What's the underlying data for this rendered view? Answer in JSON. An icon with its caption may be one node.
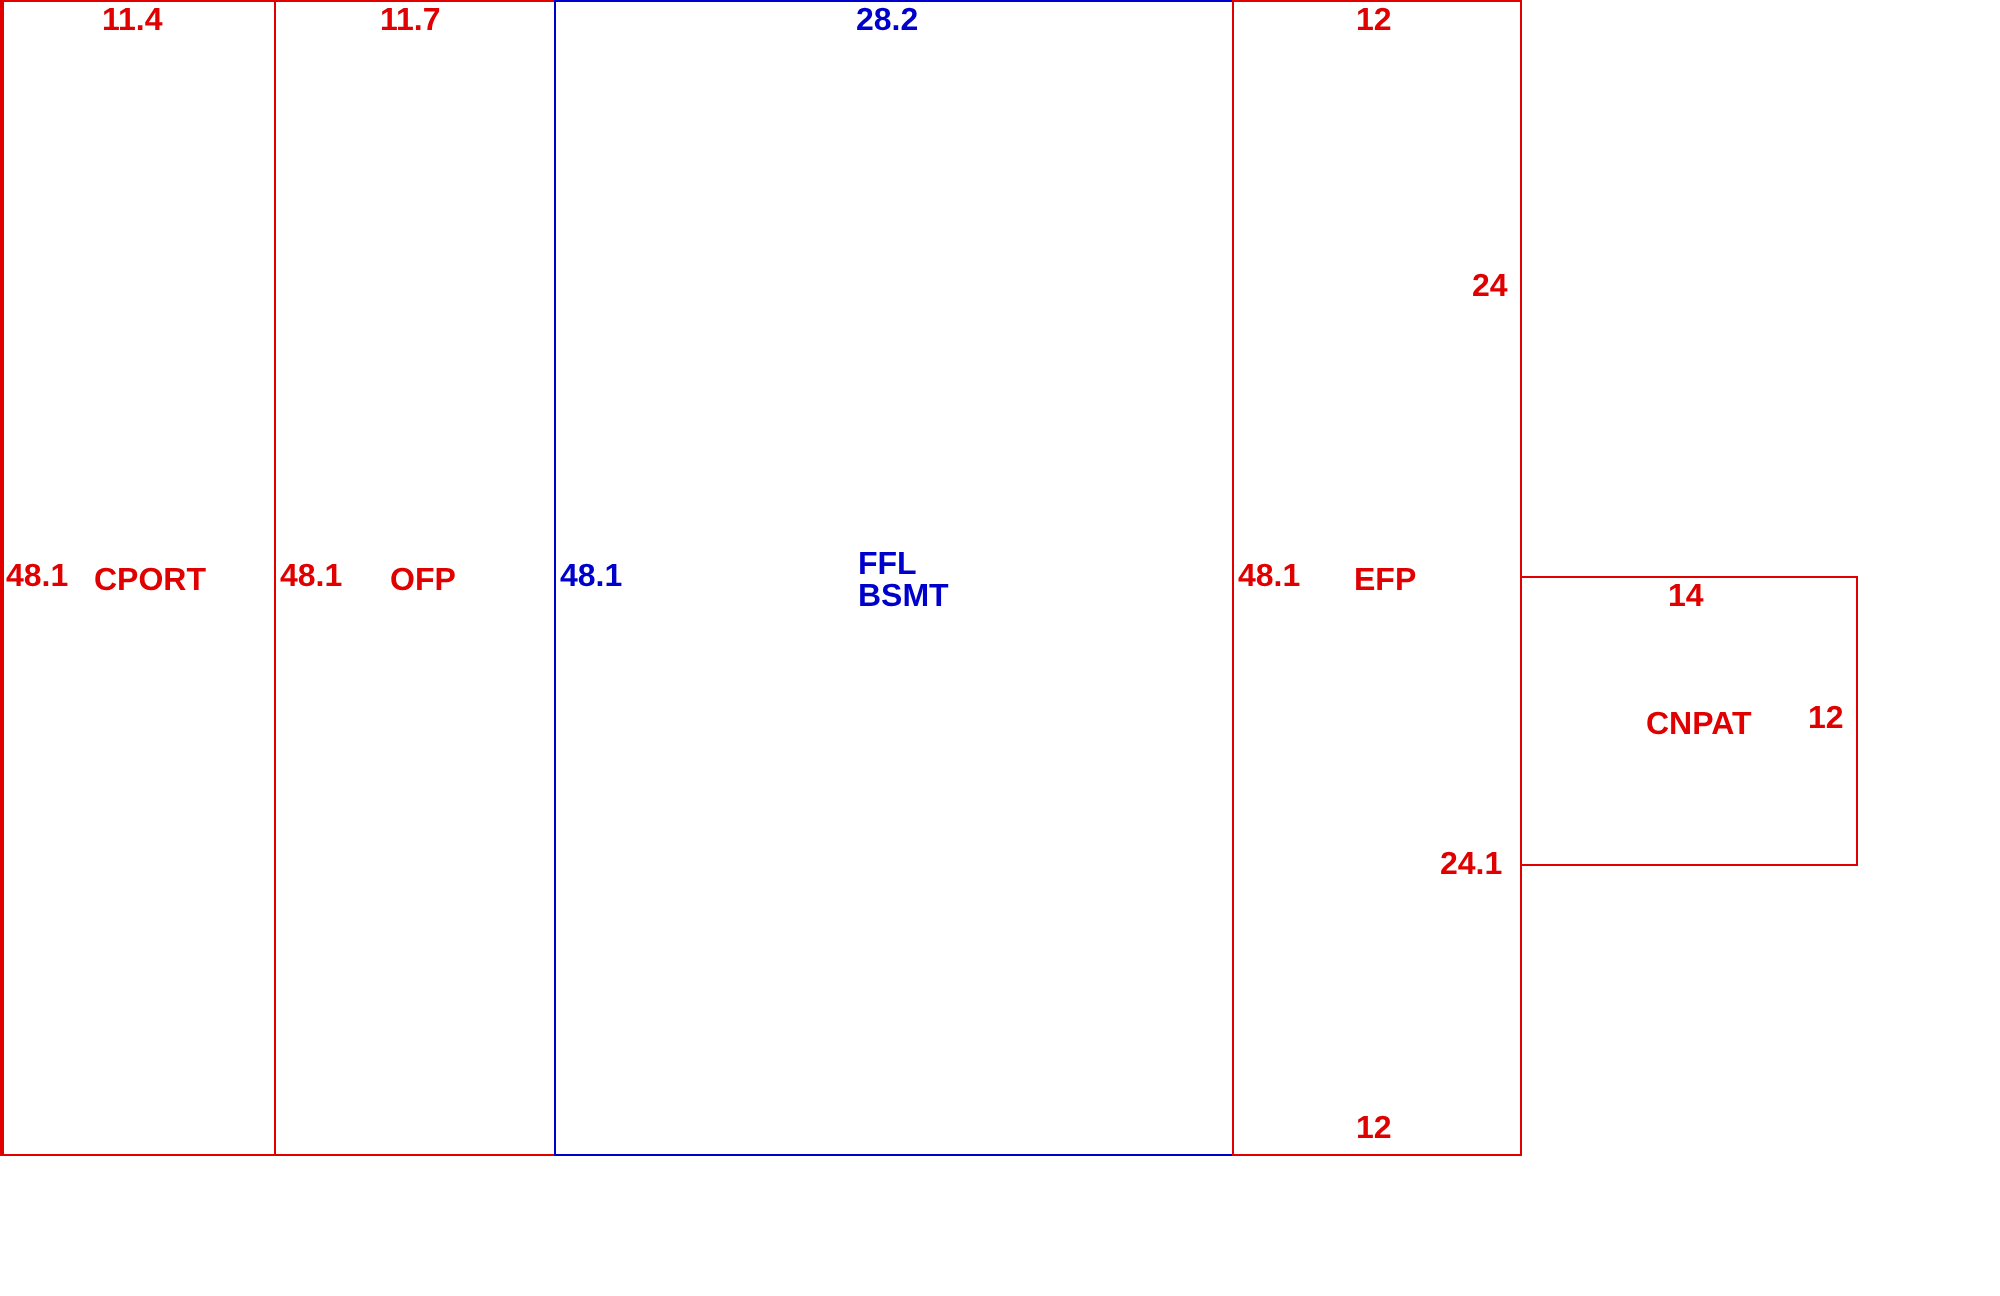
{
  "diagram": {
    "nodes": [
      {
        "text": [
          "CPORT"
        ]
      },
      {
        "text": [
          "OFP"
        ]
      },
      {
        "text": [
          "FFL BSMT"
        ]
      },
      {
        "text": [
          "EFP"
        ]
      },
      {
        "text": [
          "CNPAT"
        ]
      }
    ],
    "labels": [
      "11.4",
      "11.7",
      "28.2",
      "12",
      "24",
      "48.1",
      "48.1",
      "48.1",
      "48.1",
      "14",
      "12",
      "24.1",
      "12"
    ]
  }
}
